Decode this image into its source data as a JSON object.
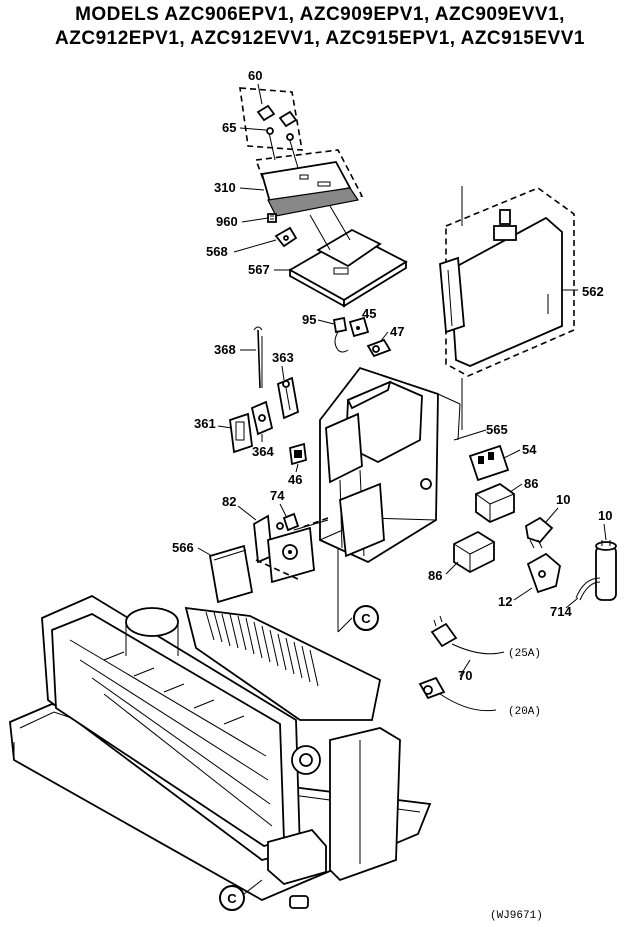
{
  "title": {
    "line1": "MODELS AZC906EPV1, AZC909EPV1, AZC909EVV1,",
    "line2": "AZC912EPV1, AZC912EVV1, AZC915EPV1, AZC915EVV1"
  },
  "labels": {
    "p60": "60",
    "p65": "65",
    "p310": "310",
    "p960": "960",
    "p568": "568",
    "p567": "567",
    "p95": "95",
    "p45": "45",
    "p47": "47",
    "p368": "368",
    "p363": "363",
    "p361": "361",
    "p364": "364",
    "p46": "46",
    "p82": "82",
    "p74": "74",
    "p566": "566",
    "p562": "562",
    "p565": "565",
    "p54": "54",
    "p86a": "86",
    "p86b": "86",
    "p10a": "10",
    "p10b": "10",
    "p12": "12",
    "p714": "714",
    "p70": "70",
    "p25a": "(25A)",
    "p20a": "(20A)",
    "c1": "C",
    "c2": "C"
  },
  "drawing_id": "(WJ9671)"
}
